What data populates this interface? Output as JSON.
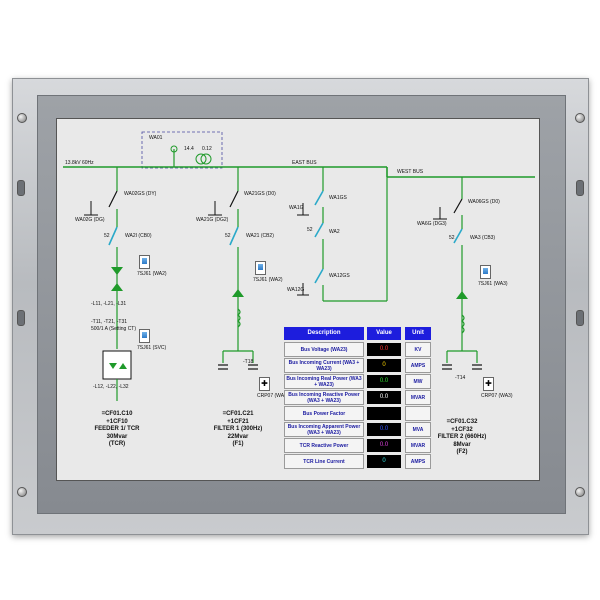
{
  "diagram": {
    "bus_main": "13.8kV 60Hz",
    "bus_east": "EAST BUS",
    "bus_west": "WEST BUS",
    "top_box": {
      "switch": "WA01",
      "ratio_a": "14.4",
      "ratio_b": "0.12"
    }
  },
  "feeders": [
    {
      "switch": "WA02GS (DY)",
      "ground": "WA02G (DG)",
      "breaker_no": "52",
      "breaker": "WA2I (CB0)",
      "meter": "7SJ61 (WA2)",
      "ct1": "-L11, -L21, -L31",
      "ct2": "-T11, -T21, -T31",
      "ct3": "500/1 A (Setting CT)",
      "meter2": "7SJ61 (SVC)",
      "ct4": "-L12, -L22, -L32",
      "name_lines": [
        "=CF01.C10",
        "+1CF10",
        "FEEDER 1/ TCR",
        "30Mvar",
        "(TCR)"
      ]
    },
    {
      "switch": "WA21GS (D0)",
      "ground": "WA21G (DG2)",
      "breaker_no": "52",
      "breaker": "WA21 (CB2)",
      "meter": "7SJ61 (WA2)",
      "cap": "-T18",
      "crp": "CRP07 (WA2)",
      "name_lines": [
        "=CF01.C21",
        "+1CF21",
        "FILTER 1 (300Hz)",
        "22Mvar",
        "(F1)"
      ]
    },
    {
      "sw1": "WA1GS",
      "sw1b": "WA1G",
      "breaker_no": "52",
      "breaker": "WA2",
      "sw2": "WA12GS",
      "sw2b": "WA12G"
    },
    {
      "switch": "WA06GS (D0)",
      "ground": "WA6G (DG3)",
      "breaker_no": "52",
      "breaker": "WA3 (CB3)",
      "meter": "7SJ61 (WA3)",
      "cap": "-T14",
      "crp": "CRP07 (WA3)",
      "name_lines": [
        "=CF01.C32",
        "+1CF32",
        "FILTER 2 (660Hz)",
        "8Mvar",
        "(F2)"
      ]
    }
  ],
  "table": {
    "headers": {
      "description": "Description",
      "value": "Value",
      "unit": "Unit"
    },
    "rows": [
      {
        "desc": "Bus Voltage (WA23)",
        "value": "0.0",
        "unit": "KV",
        "color": "#ff3030"
      },
      {
        "desc": "Bus Incoming Current (WA3 + WA23)",
        "value": "0",
        "unit": "AMPS",
        "color": "#ffd700"
      },
      {
        "desc": "Bus Incoming Real Power (WA3 + WA23)",
        "value": "0.0",
        "unit": "MW",
        "color": "#30e030"
      },
      {
        "desc": "Bus Incoming Reactive Power (WA3 + WA23)",
        "value": "0.0",
        "unit": "MVAR",
        "color": "#ffffff"
      },
      {
        "desc": "Bus Power Factor",
        "value": "",
        "unit": "",
        "color": "#ffffff"
      },
      {
        "desc": "Bus Incoming Apparent Power (WA3 + WA23)",
        "value": "0.0",
        "unit": "MVA",
        "color": "#3050ff"
      },
      {
        "desc": "TCR Reactive Power",
        "value": "0.0",
        "unit": "MVAR",
        "color": "#e040e0"
      },
      {
        "desc": "TCR Line Current",
        "value": "0",
        "unit": "AMPS",
        "color": "#30e0e0"
      }
    ]
  },
  "colors": {
    "bus": "#1f9a2a",
    "switch": "#2aa9c9",
    "device": "#1a1a1a"
  }
}
